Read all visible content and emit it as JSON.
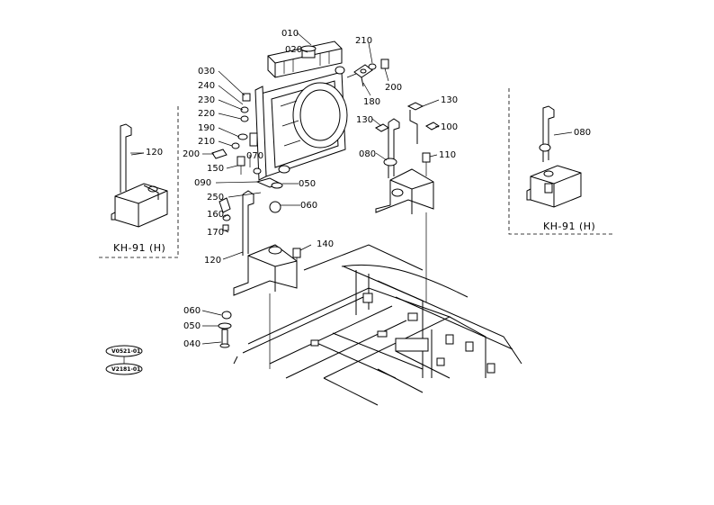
{
  "parts": [
    {
      "key": "p010",
      "label": "010"
    },
    {
      "key": "p020",
      "label": "020"
    },
    {
      "key": "p030",
      "label": "030"
    },
    {
      "key": "p240",
      "label": "240"
    },
    {
      "key": "p230",
      "label": "230"
    },
    {
      "key": "p220",
      "label": "220"
    },
    {
      "key": "p190",
      "label": "190"
    },
    {
      "key": "p210a",
      "label": "210"
    },
    {
      "key": "p200a",
      "label": "200"
    },
    {
      "key": "p150",
      "label": "150"
    },
    {
      "key": "p070",
      "label": "070"
    },
    {
      "key": "p090",
      "label": "090"
    },
    {
      "key": "p050a",
      "label": "050"
    },
    {
      "key": "p250",
      "label": "250"
    },
    {
      "key": "p060a",
      "label": "060"
    },
    {
      "key": "p160",
      "label": "160"
    },
    {
      "key": "p170",
      "label": "170"
    },
    {
      "key": "p140",
      "label": "140"
    },
    {
      "key": "p120a",
      "label": "120"
    },
    {
      "key": "p120b",
      "label": "120"
    },
    {
      "key": "p060b",
      "label": "060"
    },
    {
      "key": "p050b",
      "label": "050"
    },
    {
      "key": "p040",
      "label": "040"
    },
    {
      "key": "p210b",
      "label": "210"
    },
    {
      "key": "p200b",
      "label": "200"
    },
    {
      "key": "p180",
      "label": "180"
    },
    {
      "key": "p130a",
      "label": "130"
    },
    {
      "key": "p130b",
      "label": "130"
    },
    {
      "key": "p100",
      "label": "100"
    },
    {
      "key": "p080a",
      "label": "080"
    },
    {
      "key": "p110",
      "label": "110"
    },
    {
      "key": "p080b",
      "label": "080"
    }
  ],
  "variant_labels": {
    "left": "KH-91 (H)",
    "right": "KH-91 (H)"
  },
  "stamps": {
    "top": "V0521-01",
    "bottom": "V2181-01"
  }
}
